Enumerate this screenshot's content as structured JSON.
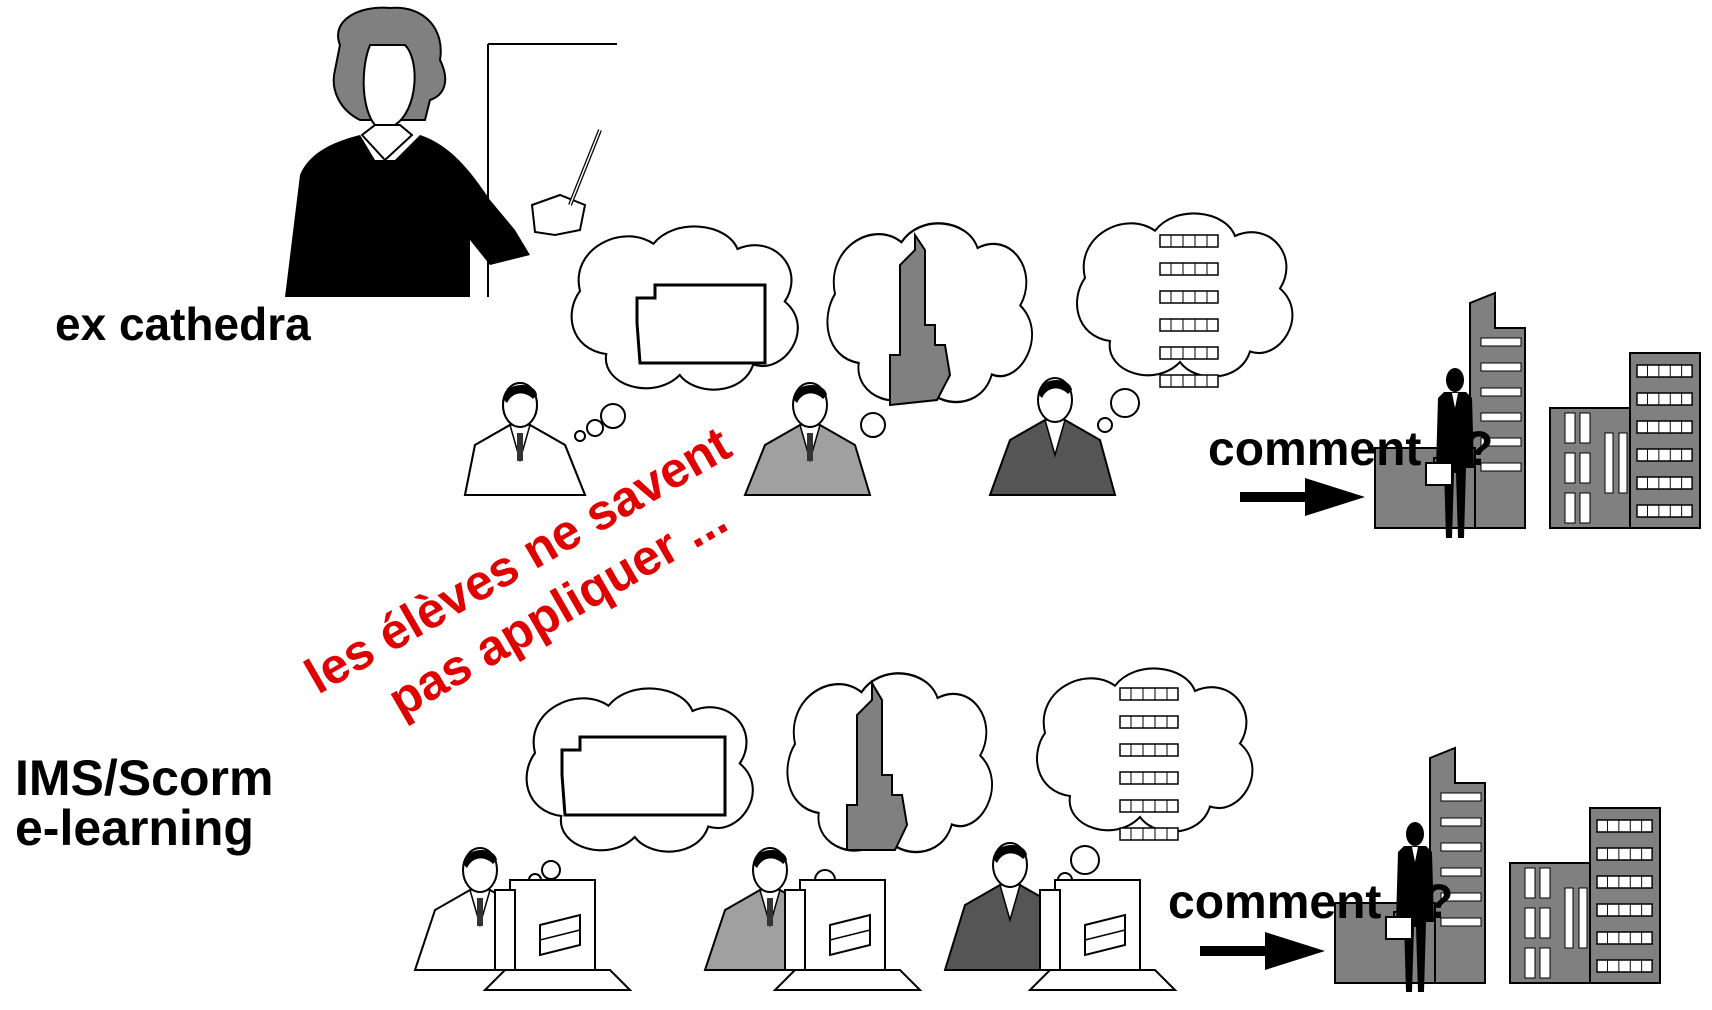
{
  "labels": {
    "traditional": "ex cathedra",
    "elearning_line1": "IMS/Scorm",
    "elearning_line2": "e-learning",
    "comment_top": "comment ??",
    "comment_bottom": "comment ??"
  },
  "callout": {
    "line1": "les élèves ne savent",
    "line2": "pas appliquer ..."
  },
  "colors": {
    "callout": "#e00000",
    "building_fill": "#808080",
    "figure_black": "#000000",
    "student_light": "#ffffff",
    "student_mid": "#a0a0a0",
    "student_dark": "#555555"
  }
}
